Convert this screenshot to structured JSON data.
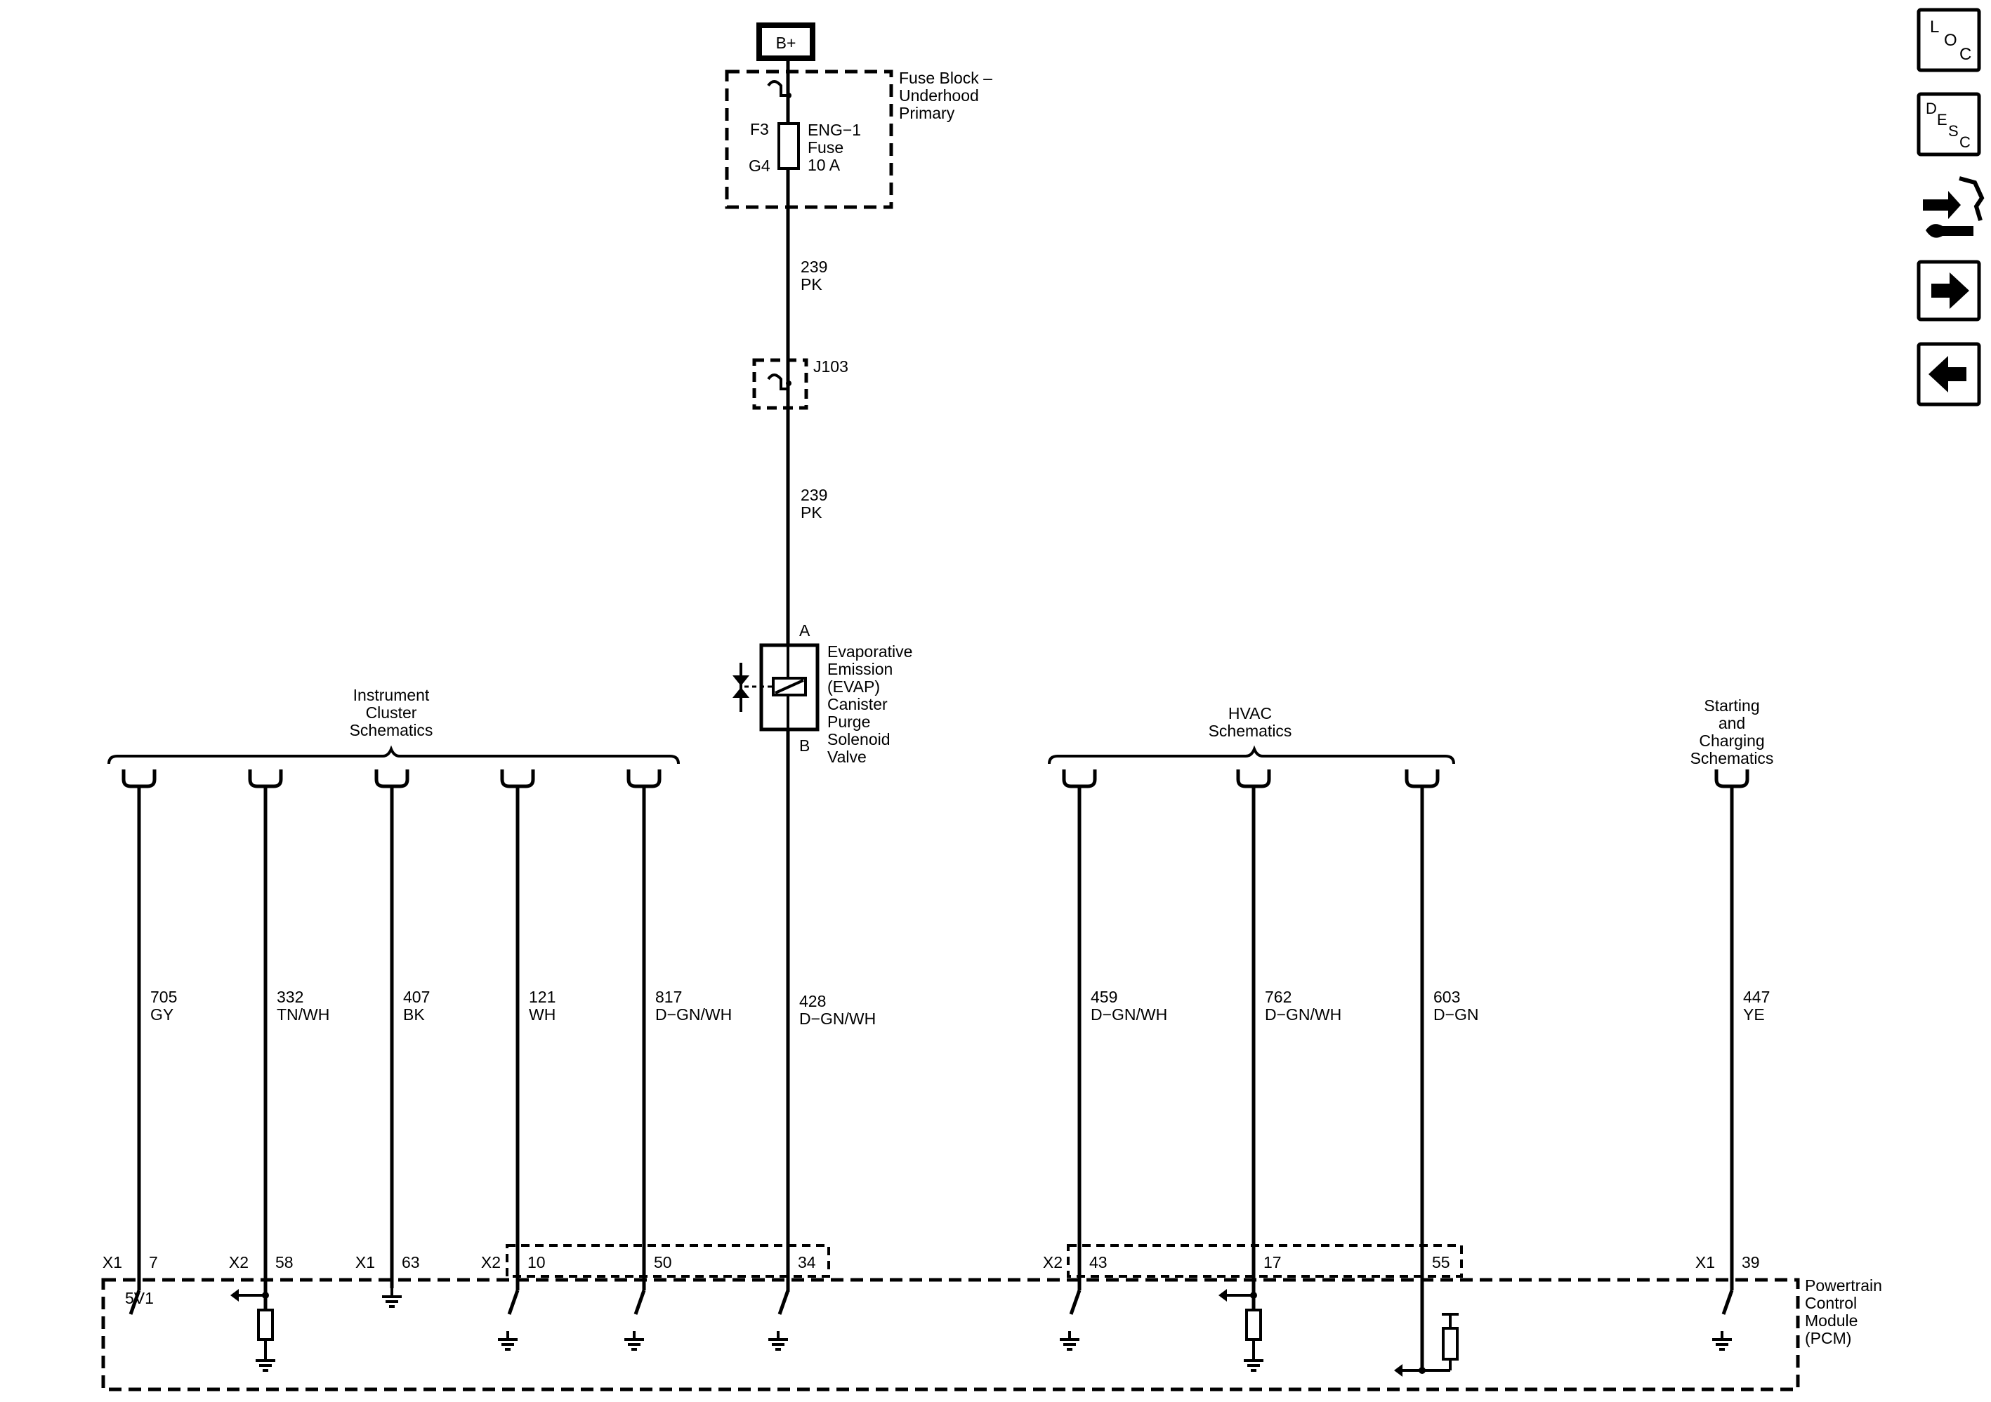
{
  "power": {
    "label": "B+"
  },
  "fuse_block": {
    "label": [
      "Fuse Block –",
      "Underhood",
      "Primary"
    ],
    "pin_in": "F3",
    "pin_out": "G4",
    "fuse_label": [
      "ENG−1",
      "Fuse",
      "10 A"
    ]
  },
  "upper_wires": [
    {
      "circuit": "239",
      "color": "PK"
    },
    {
      "circuit": "239",
      "color": "PK"
    }
  ],
  "splice": {
    "label": "J103"
  },
  "solenoid": {
    "pin_a": "A",
    "pin_b": "B",
    "label": [
      "Evaporative",
      "Emission",
      "(EVAP)",
      "Canister",
      "Purge",
      "Solenoid",
      "Valve"
    ]
  },
  "groups": {
    "instrument_cluster": [
      "Instrument",
      "Cluster",
      "Schematics"
    ],
    "hvac": [
      "HVAC",
      "Schematics"
    ],
    "starting_charging": [
      "Starting",
      "and",
      "Charging",
      "Schematics"
    ]
  },
  "wires": [
    {
      "circuit": "705",
      "color": "GY",
      "connector": "X1",
      "pin": "7"
    },
    {
      "circuit": "332",
      "color": "TN/WH",
      "connector": "X2",
      "pin": "58"
    },
    {
      "circuit": "407",
      "color": "BK",
      "connector": "X1",
      "pin": "63"
    },
    {
      "circuit": "121",
      "color": "WH",
      "connector": "X2",
      "pin": "10"
    },
    {
      "circuit": "817",
      "color": "D−GN/WH",
      "connector": "",
      "pin": "50"
    },
    {
      "circuit": "428",
      "color": "D−GN/WH",
      "connector": "",
      "pin": "34"
    },
    {
      "circuit": "459",
      "color": "D−GN/WH",
      "connector": "X2",
      "pin": "43"
    },
    {
      "circuit": "762",
      "color": "D−GN/WH",
      "connector": "",
      "pin": "17"
    },
    {
      "circuit": "603",
      "color": "D−GN",
      "connector": "",
      "pin": "55"
    },
    {
      "circuit": "447",
      "color": "YE",
      "connector": "X1",
      "pin": "39"
    }
  ],
  "pcm": {
    "label": [
      "Powertrain",
      "Control",
      "Module",
      "(PCM)"
    ],
    "voltage_label": "5V1"
  },
  "nav_icons": [
    {
      "icon": "loc-icon",
      "letters": [
        "L",
        "O",
        "C"
      ]
    },
    {
      "icon": "desc-icon",
      "letters": [
        "D",
        "E",
        "S",
        "C"
      ]
    },
    {
      "icon": "connector-tool-icon"
    },
    {
      "icon": "arrow-right-icon"
    },
    {
      "icon": "arrow-left-icon"
    }
  ]
}
